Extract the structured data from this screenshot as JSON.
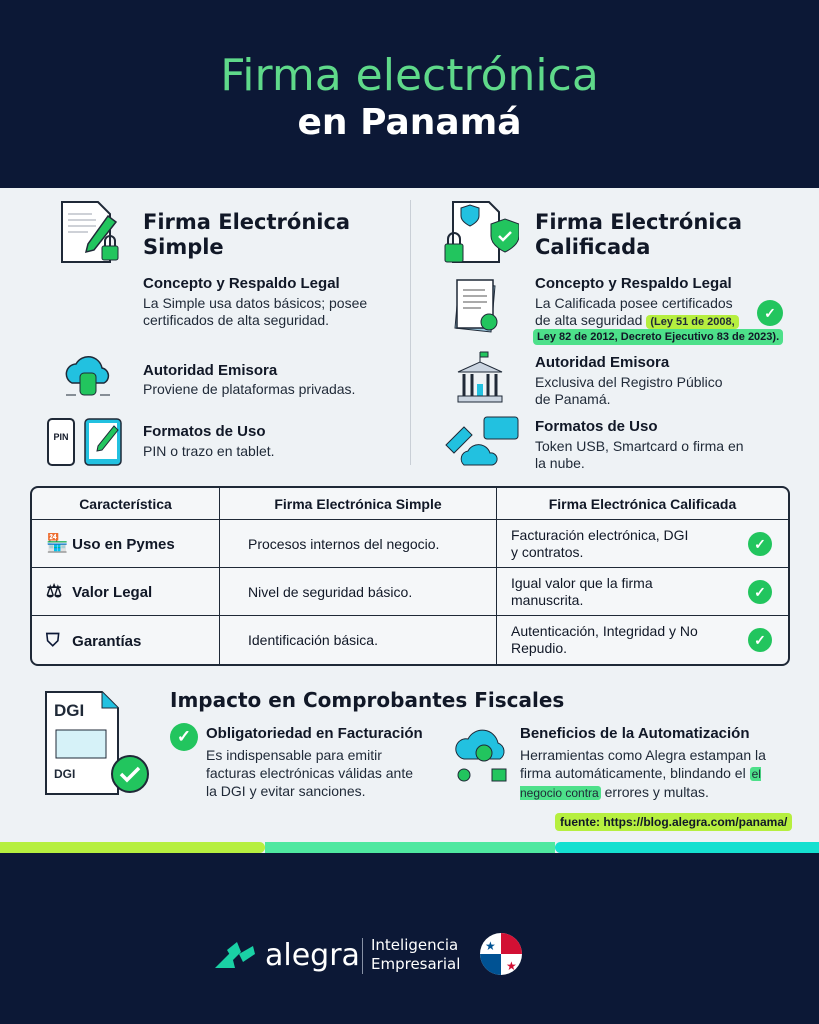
{
  "header": {
    "title_line1": "Firma electrónica",
    "title_line2": "en Panamá"
  },
  "simple": {
    "title_line1": "Firma Electrónica",
    "title_line2": "Simple",
    "concepto": {
      "title": "Concepto y Respaldo Legal",
      "body": "La Simple usa datos básicos; posee certificados de alta seguridad."
    },
    "autoridad": {
      "title": "Autoridad Emisora",
      "body": "Proviene de plataformas privadas."
    },
    "formatos": {
      "title": "Formatos de Uso",
      "body": "PIN o trazo en tablet.",
      "pin_label": "PIN"
    }
  },
  "calificada": {
    "title_line1": "Firma Electrónica",
    "title_line2": "Calificada",
    "concepto": {
      "title": "Concepto y Respaldo Legal",
      "body_line1": "La Calificada posee certificados",
      "body_line2": "de alta seguridad",
      "highlight1": "(Ley 51 de 2008,",
      "highlight2": "Ley 82 de 2012, Decreto Ejecutivo 83 de 2023)."
    },
    "autoridad": {
      "title": "Autoridad Emisora",
      "body": "Exclusiva del Registro Público de Panamá."
    },
    "formatos": {
      "title": "Formatos de Uso",
      "body": "Token USB, Smartcard o firma en la nube."
    }
  },
  "table": {
    "headers": [
      "Característica",
      "Firma Electrónica Simple",
      "Firma Electrónica Calificada"
    ],
    "rows": [
      {
        "feature": "Uso en Pymes",
        "icon": "store-icon",
        "simple": "Procesos internos del negocio.",
        "calificada": "Facturación electrónica, DGI y contratos."
      },
      {
        "feature": "Valor Legal",
        "icon": "scales-icon",
        "simple": "Nivel de seguridad básico.",
        "calificada": "Igual valor que la firma manuscrita."
      },
      {
        "feature": "Garantías",
        "icon": "shield-icon",
        "simple": "Identificación básica.",
        "calificada": "Autenticación, Integridad y No Repudio."
      }
    ]
  },
  "impacto": {
    "title": "Impacto en Comprobantes Fiscales",
    "doc_label": "DGI",
    "obligatoriedad": {
      "title": "Obligatoriedad en Facturación",
      "body": "Es indispensable para emitir facturas electrónicas válidas ante la DGI y evitar sanciones."
    },
    "beneficios": {
      "title": "Beneficios de la Automatización",
      "body_pre": "Herramientas como Alegra estampan la firma automáticamente, blindando el ",
      "highlight": "el negocio contra",
      "body_post": " errores y multas."
    }
  },
  "source": "fuente: https://blog.alegra.com/panama/",
  "footer": {
    "brand": "alegra",
    "tagline_line1": "Inteligencia",
    "tagline_line2": "Empresarial"
  },
  "colors": {
    "navy": "#0c1836",
    "green": "#5fd98a",
    "lime": "#b6ef3f",
    "mint": "#4fe8a0",
    "cyan": "#14e0d0",
    "check": "#22c55e"
  }
}
